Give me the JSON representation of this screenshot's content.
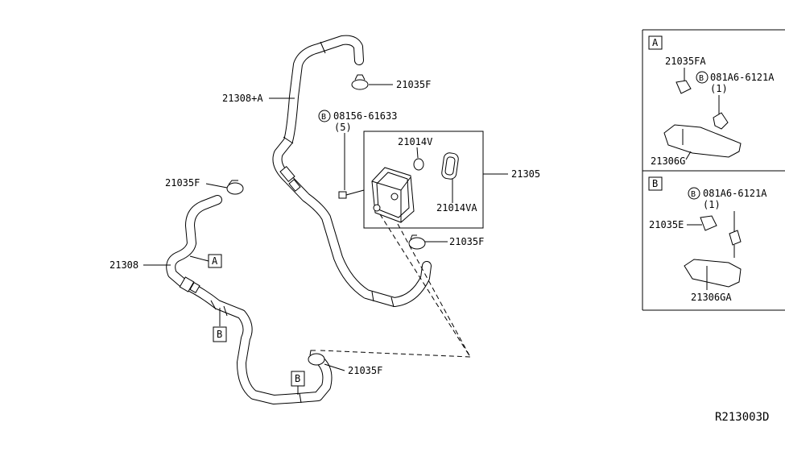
{
  "labels": {
    "p21308A": "21308+A",
    "p21035F_top": "21035F",
    "p08156": "08156-61633",
    "p08156_qty": "(5)",
    "p21014V": "21014V",
    "p21305": "21305",
    "p21014VA": "21014VA",
    "p21035F_mid": "21035F",
    "p21035F_left": "21035F",
    "p21308": "21308",
    "p21035F_bottom": "21035F",
    "ref_A1": "A",
    "ref_B1": "B",
    "ref_B2": "B"
  },
  "bolt_marker": "B",
  "panelA": {
    "tag": "A",
    "part1": "21035FA",
    "part2": "081A6-6121A",
    "qty": "(1)",
    "part3": "21306G"
  },
  "panelB": {
    "tag": "B",
    "part1": "081A6-6121A",
    "qty": "(1)",
    "part2": "21035E",
    "part3": "21306GA"
  },
  "diagram_code": "R213003D"
}
